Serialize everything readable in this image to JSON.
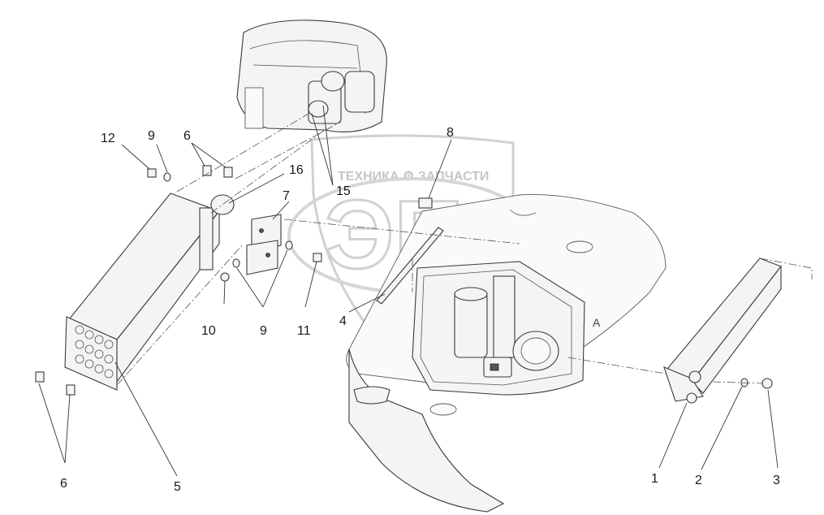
{
  "callouts": {
    "c1": "1",
    "c2": "2",
    "c3": "3",
    "c4": "4",
    "c5": "5",
    "c6a": "6",
    "c6b": "6",
    "c7": "7",
    "c8": "8",
    "c9a": "9",
    "c9b": "9",
    "c10": "10",
    "c11": "11",
    "c12": "12",
    "c15": "15",
    "c16": "16"
  },
  "section_marker": "A",
  "watermark": {
    "brand_text": "ТЕХНИКА ⚙ ЗАПЧАСТИ",
    "logo_text": "ЭПФ"
  }
}
